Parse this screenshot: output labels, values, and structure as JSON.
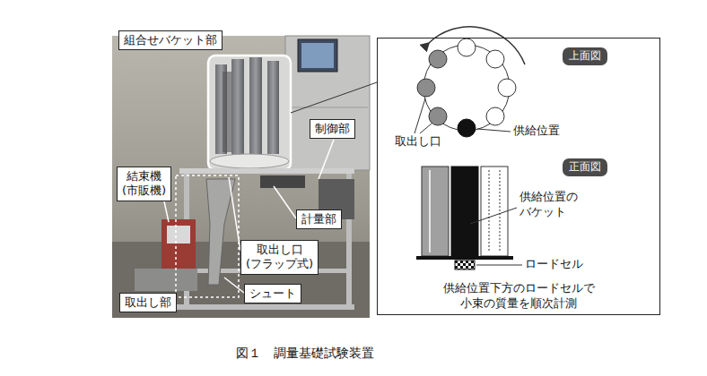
{
  "diagram": {
    "caption": "図１　調量基礎試験装置",
    "nodes": [
      {
        "text": [
          "組合せバケット部"
        ]
      },
      {
        "text": [
          "制御部"
        ]
      },
      {
        "text": [
          "結束機 (市販機)"
        ]
      },
      {
        "text": [
          "計量部"
        ]
      },
      {
        "text": [
          "取出し口 (フラップ式)"
        ]
      },
      {
        "text": [
          "シュート"
        ]
      },
      {
        "text": [
          "取出し部"
        ]
      },
      {
        "text": [
          "供給位置下方のロードセルで 小束の質量を順次計測"
        ]
      },
      {
        "text": [
          "上面図"
        ],
        "in": 7
      },
      {
        "text": [
          "正面図"
        ],
        "in": 7
      }
    ],
    "labels": [
      "取出し口",
      "供給位置",
      "供給位置の バケット",
      "ロードセル"
    ]
  }
}
